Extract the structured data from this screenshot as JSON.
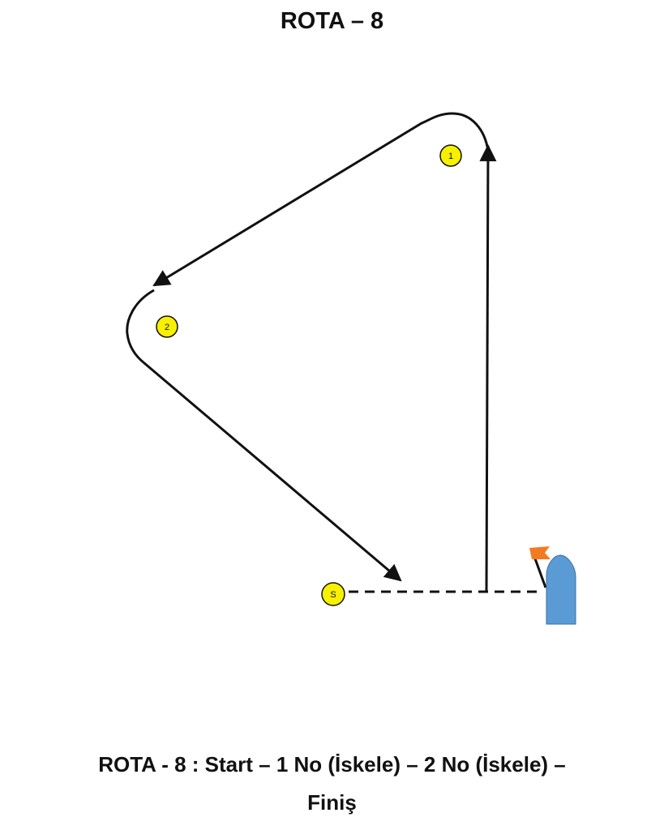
{
  "title": "ROTA – 8",
  "marks": [
    {
      "id": "1",
      "label": "1"
    },
    {
      "id": "2",
      "label": "2"
    },
    {
      "id": "s",
      "label": "S"
    }
  ],
  "caption": {
    "line1": "ROTA - 8 :  Start – 1 No (İskele) – 2 No (İskele) –",
    "line2": "Finiş"
  },
  "colors": {
    "line": "#111111",
    "mark_fill": "#f7f000",
    "boat_fill": "#5b9bd5",
    "flag_fill": "#f47a20"
  }
}
